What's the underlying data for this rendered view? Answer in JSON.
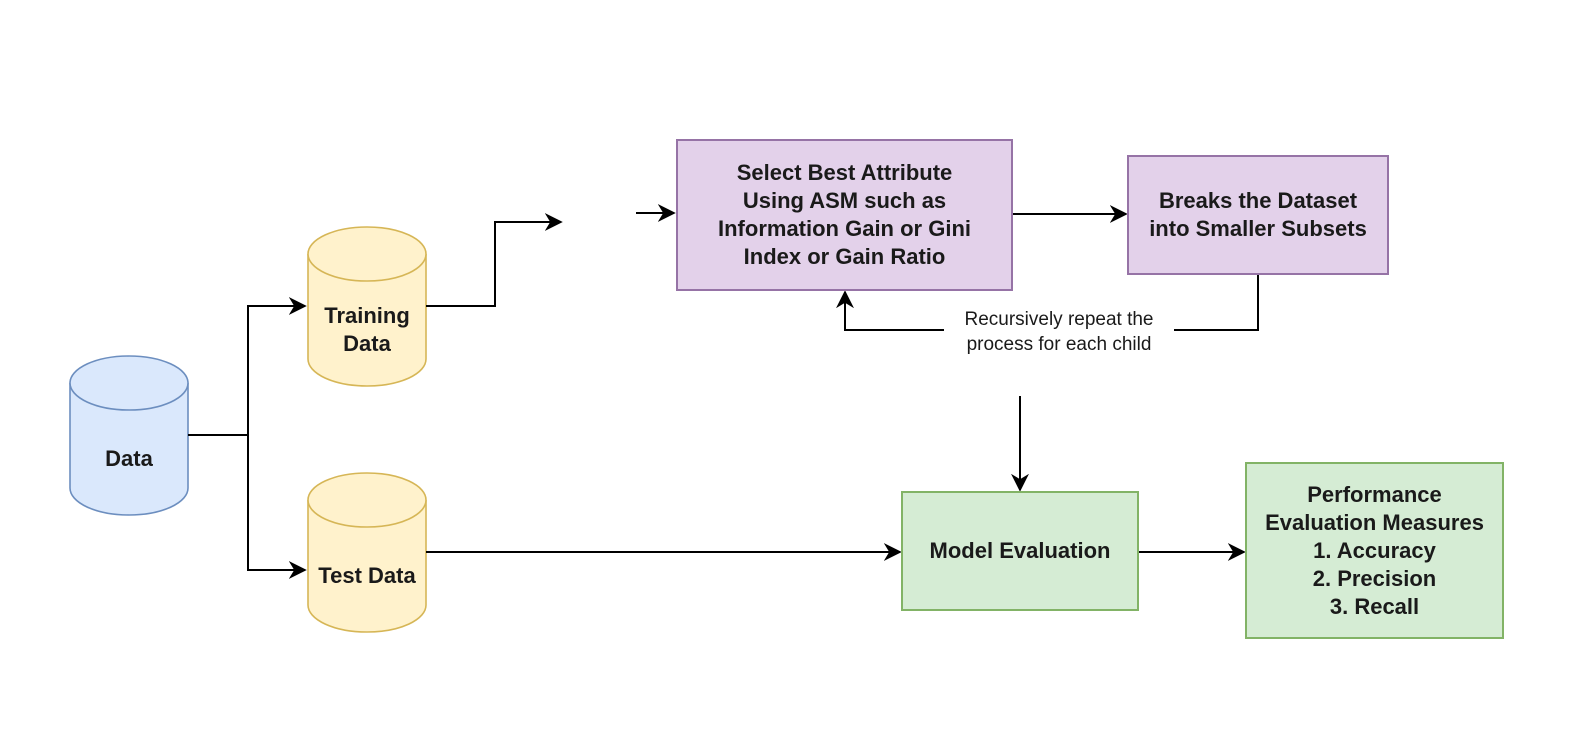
{
  "nodes": {
    "data": "Data",
    "training": "Training\nData",
    "test": "Test Data",
    "container_title": "Decision Tree Generation",
    "select_attribute": "Select Best Attribute\nUsing ASM such as\nInformation Gain or Gini\nIndex or Gain Ratio",
    "breaks_dataset": "Breaks the Dataset\ninto Smaller Subsets",
    "model_evaluation": "Model Evaluation",
    "performance": "Performance\nEvaluation Measures\n1. Accuracy\n2. Precision\n3. Recall"
  },
  "edge_labels": {
    "recursive": "Recursively repeat the\nprocess for each child"
  },
  "colors": {
    "data_fill": "#dae8fc",
    "data_stroke": "#6c8ebf",
    "yellow_fill": "#fff2cc",
    "yellow_stroke": "#d6b656",
    "container_fill": "#ffe6cc",
    "container_stroke": "#d7b500",
    "purple_fill": "#e1d5e7",
    "purple_stroke": "#9673a6",
    "green_fill": "#d5e8d4",
    "green_stroke": "#82b366"
  }
}
